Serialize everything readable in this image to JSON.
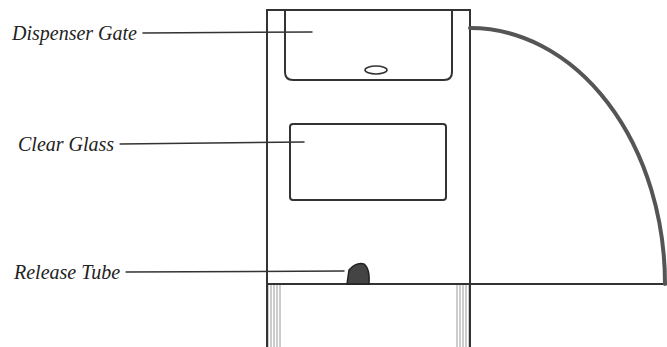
{
  "diagram": {
    "labels": [
      "Dispenser Gate",
      "Clear Glass",
      "Release Tube"
    ]
  }
}
